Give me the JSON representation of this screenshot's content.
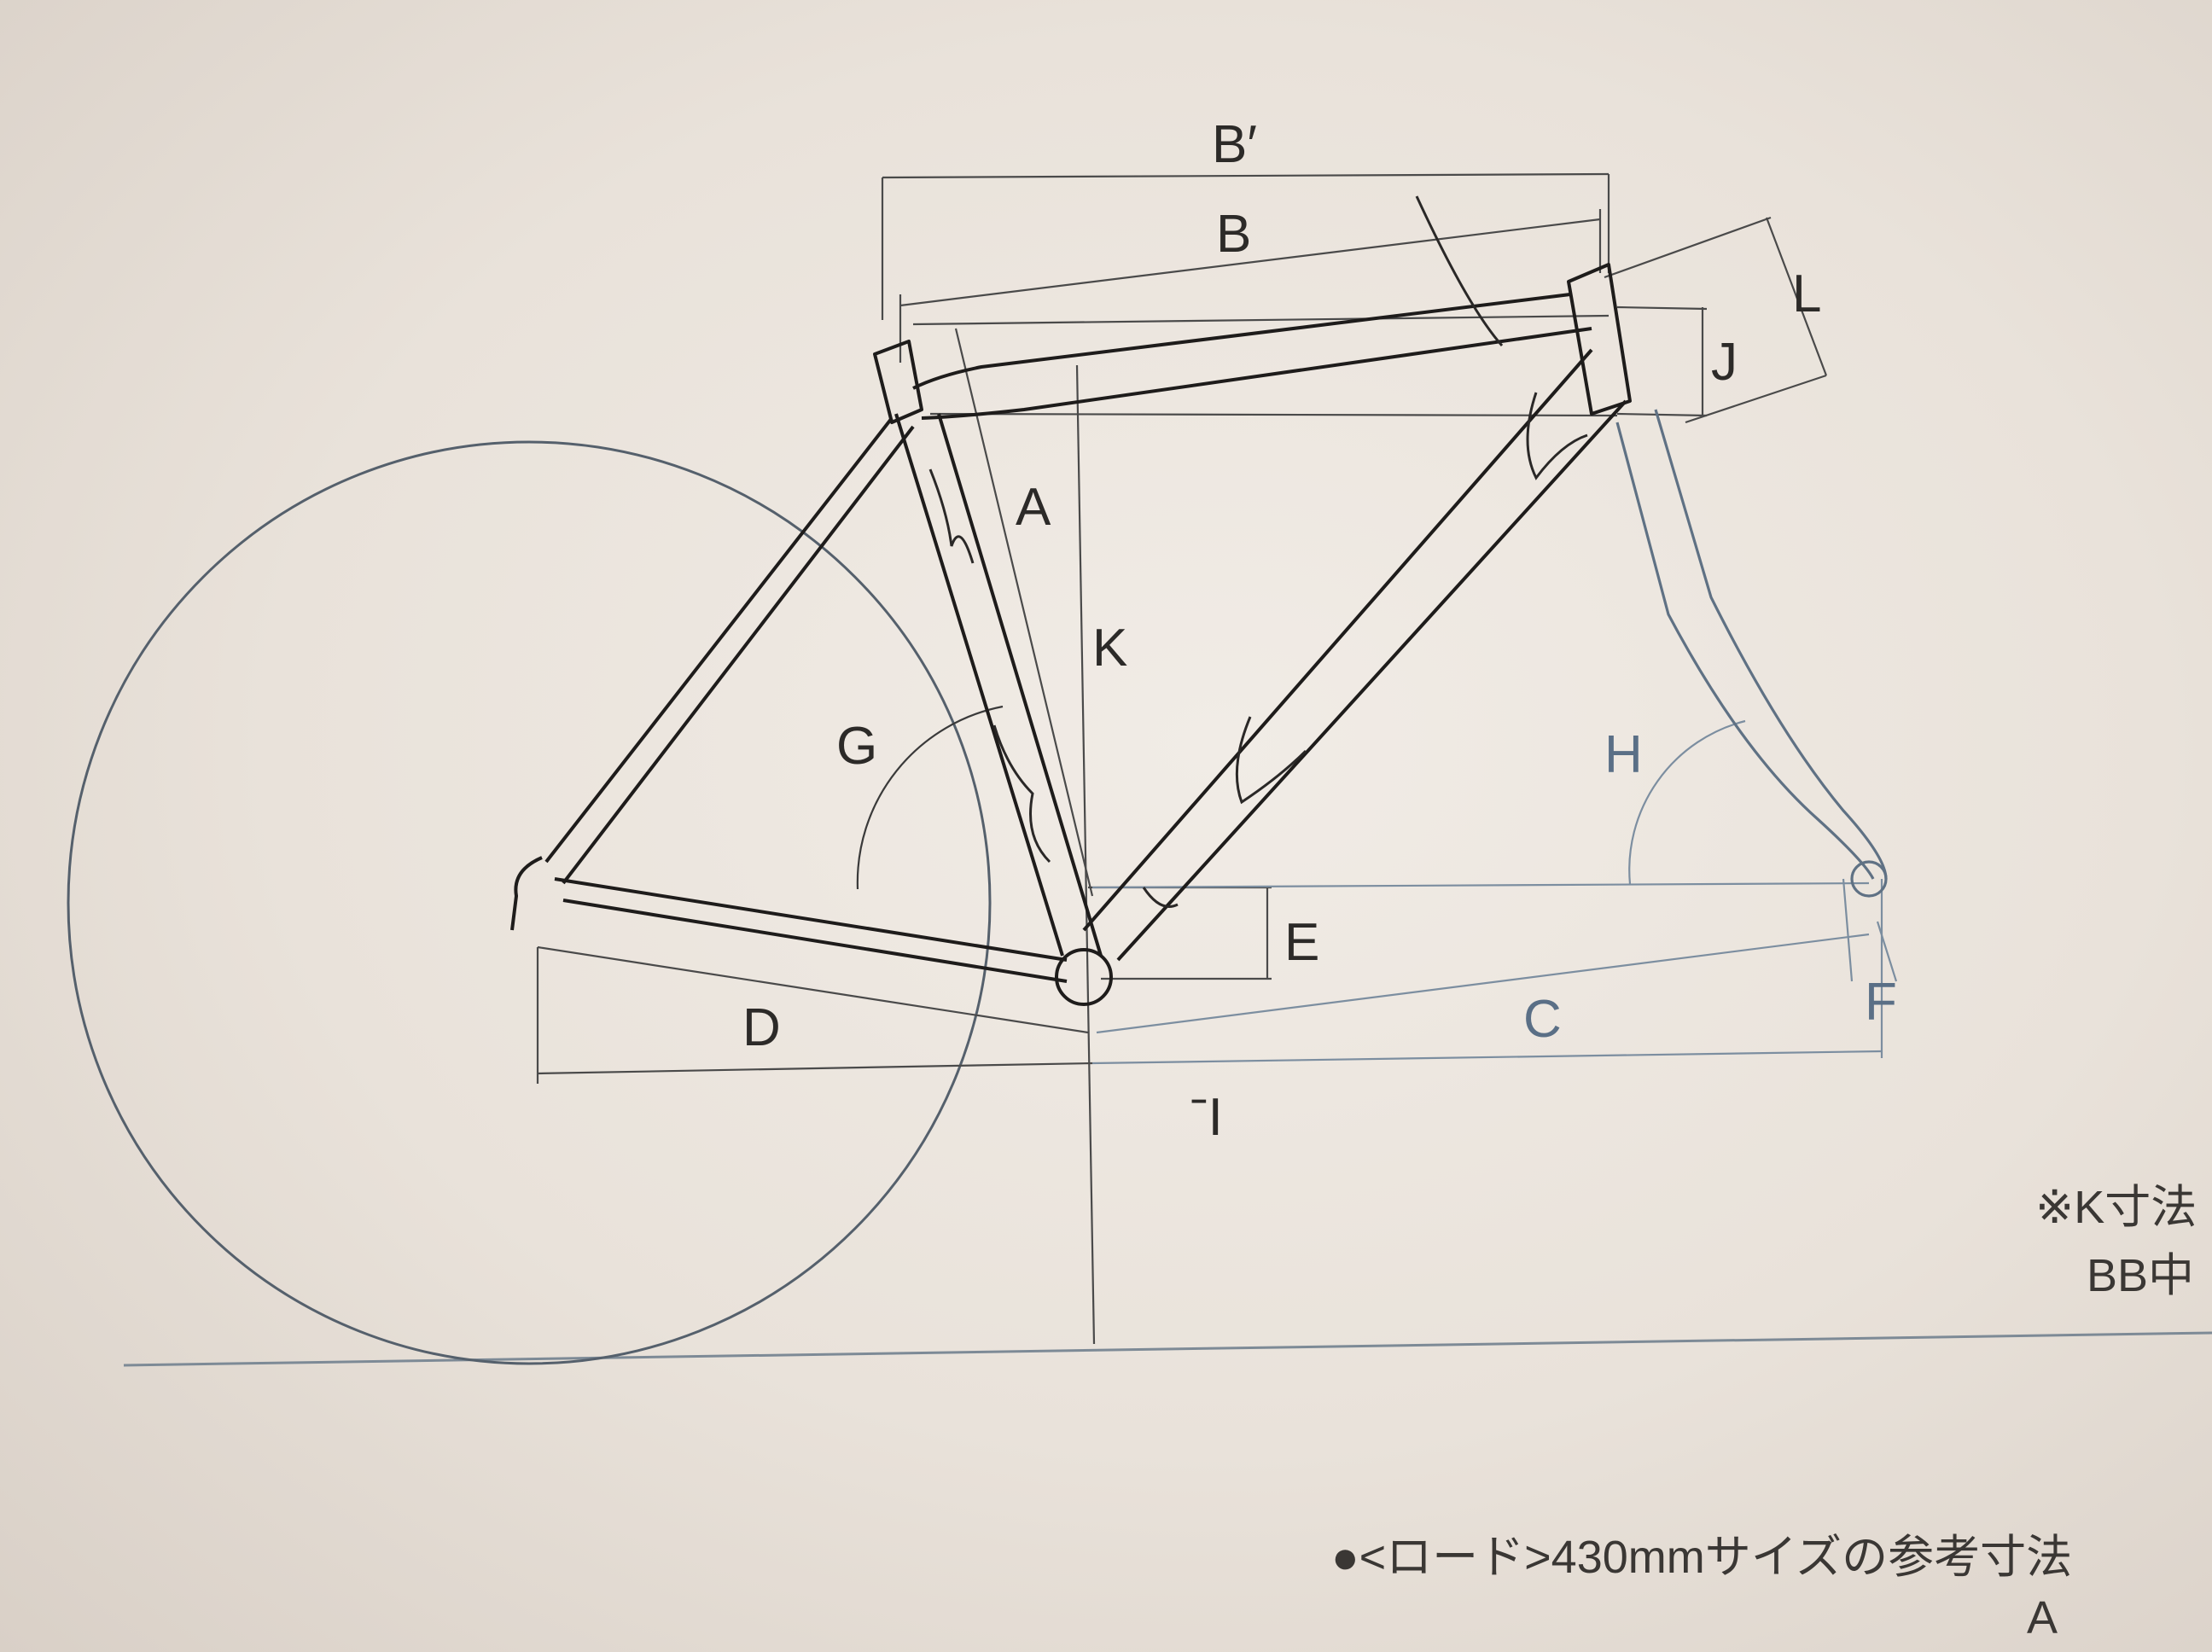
{
  "labels": {
    "B_prime": "B′",
    "B": "B",
    "L": "L",
    "J": "J",
    "A": "A",
    "K": "K",
    "G": "G",
    "H": "H",
    "E": "E",
    "D": "D",
    "C": "C",
    "F": "F",
    "I": "ˉI"
  },
  "notes": {
    "k_dimension_note": "※K寸法",
    "bb_note": "BB中",
    "reference_title": "●<ロード>430mmサイズの参考寸法",
    "column_a": "A"
  }
}
